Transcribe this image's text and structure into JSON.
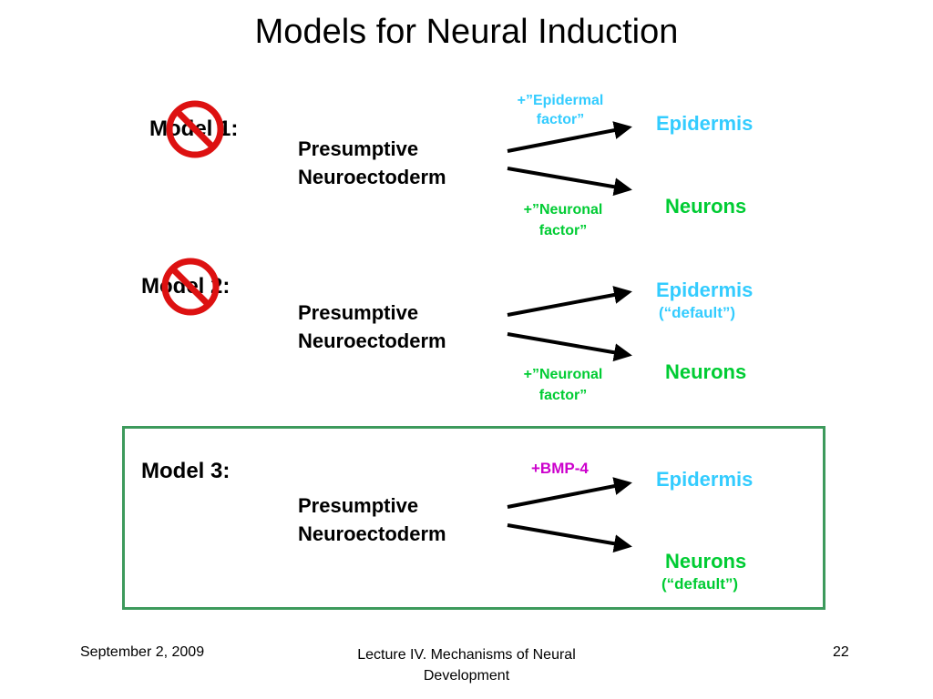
{
  "title": "Models for Neural Induction",
  "models": [
    {
      "label": "Model 1:",
      "crossed_out": true,
      "source": [
        "Presumptive",
        "Neuroectoderm"
      ],
      "upper_factor": [
        "+”Epidermal",
        "factor”"
      ],
      "lower_factor": [
        "+”Neuronal",
        "factor”"
      ],
      "upper_output": "Epidermis",
      "upper_output_note": "",
      "lower_output": "Neurons",
      "lower_output_note": ""
    },
    {
      "label": "Model 2:",
      "crossed_out": true,
      "source": [
        "Presumptive",
        "Neuroectoderm"
      ],
      "upper_factor": [],
      "lower_factor": [
        "+”Neuronal",
        "factor”"
      ],
      "upper_output": "Epidermis",
      "upper_output_note": "(“default”)",
      "lower_output": "Neurons",
      "lower_output_note": ""
    },
    {
      "label": "Model 3:",
      "crossed_out": false,
      "highlighted": true,
      "source": [
        "Presumptive",
        "Neuroectoderm"
      ],
      "upper_factor": [
        "+BMP-4"
      ],
      "lower_factor": [],
      "upper_output": "Epidermis",
      "upper_output_note": "",
      "lower_output": "Neurons",
      "lower_output_note": "(“default”)"
    }
  ],
  "colors": {
    "epidermis": "#33ccff",
    "neurons": "#00cc33",
    "bmp": "#cc00cc",
    "prohibition": "#dd1111",
    "highlight_box": "#3d9a5c"
  },
  "icons": {
    "crossed_out": "no-symbol-icon"
  },
  "footer": {
    "date": "September 2, 2009",
    "lecture": [
      "Lecture IV. Mechanisms of Neural",
      "Development"
    ],
    "page": "22"
  }
}
